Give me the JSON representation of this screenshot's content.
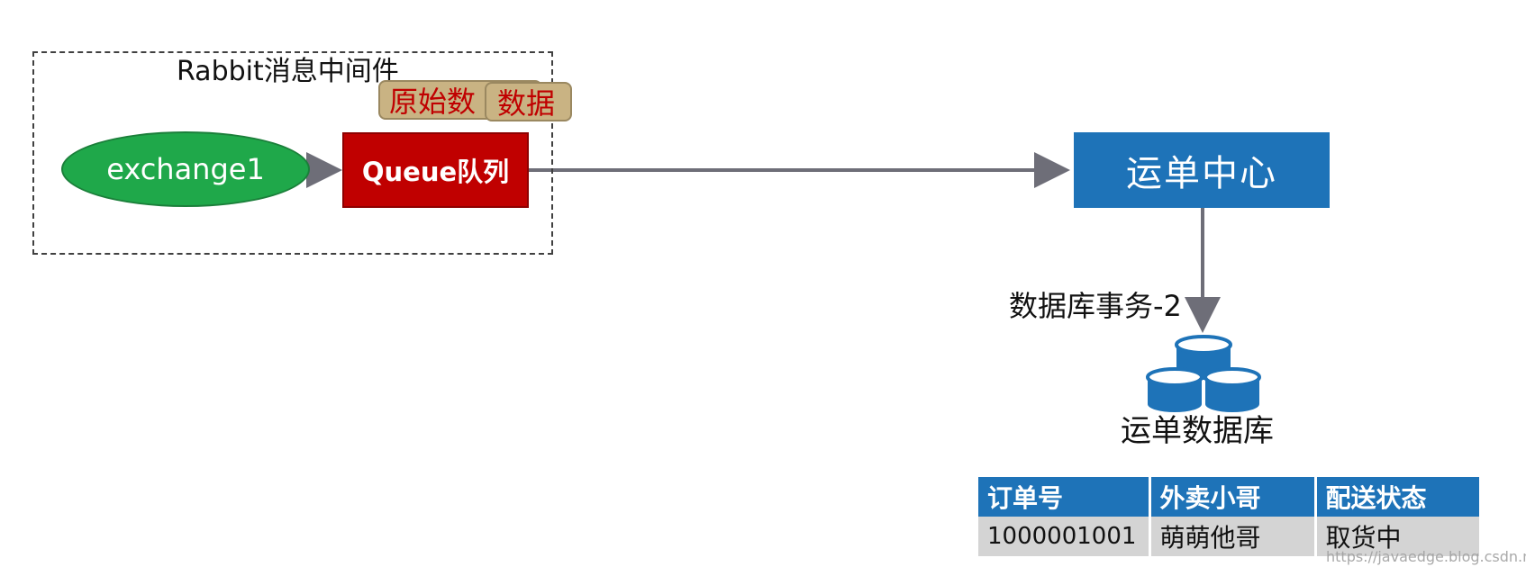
{
  "middleware": {
    "title": "Rabbit消息中间件",
    "tags": [
      "原始数",
      "数据"
    ],
    "exchange": "exchange1",
    "queue": "Queue队列"
  },
  "service": {
    "name": "运单中心",
    "transaction_label": "数据库事务-2",
    "database_label": "运单数据库"
  },
  "table": {
    "headers": [
      "订单号",
      "外卖小哥",
      "配送状态"
    ],
    "rows": [
      [
        "1000001001",
        "萌萌他哥",
        "取货中"
      ]
    ]
  },
  "watermark": "https://javaedge.blog.csdn.net",
  "colors": {
    "exchange_fill": "#1fa84a",
    "queue_fill": "#c00000",
    "service_fill": "#1e73b8",
    "database_fill": "#1e73b8",
    "tag_fill": "#c9b383",
    "tag_text": "#c00000",
    "table_header_fill": "#1e73b8",
    "table_row_fill": "#d4d4d4",
    "arrow": "#6e6e78"
  }
}
